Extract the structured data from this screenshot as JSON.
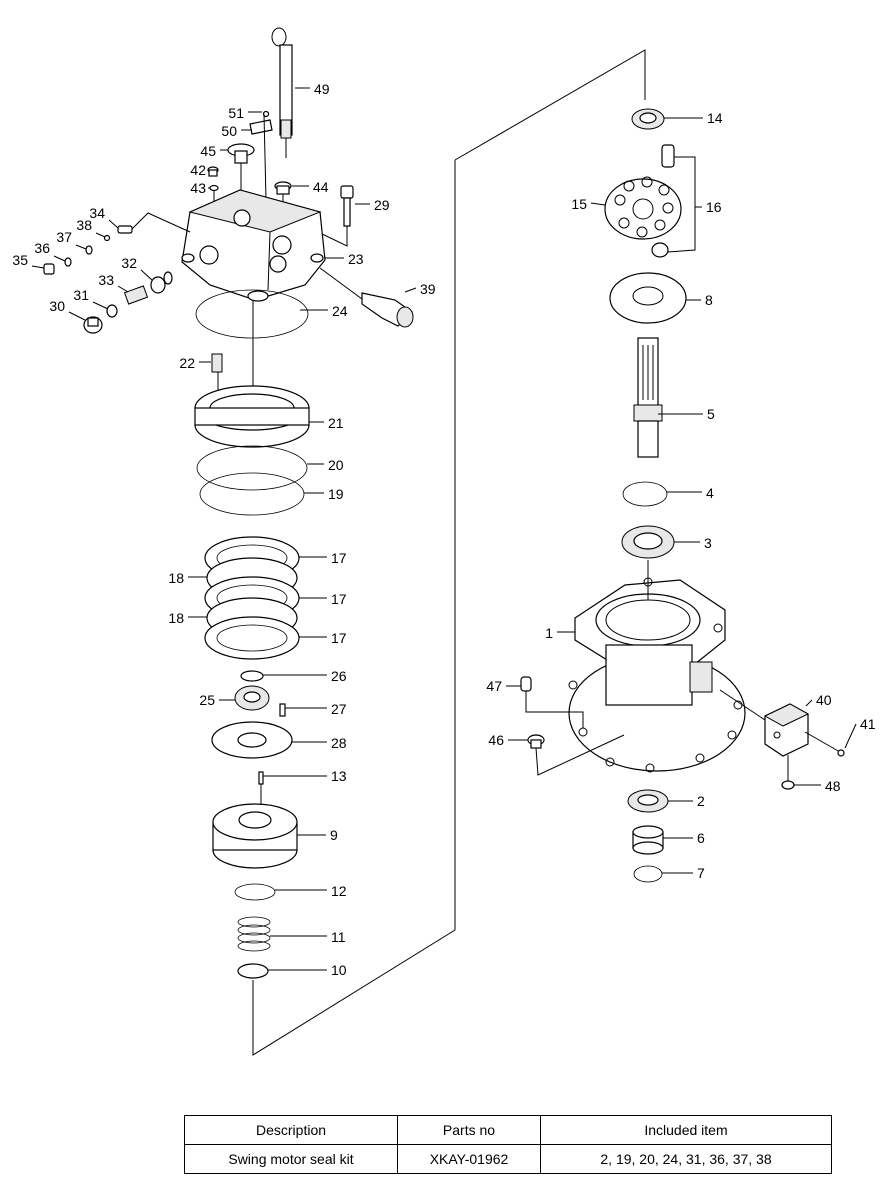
{
  "callouts": [
    {
      "id": "c49",
      "label": "49"
    },
    {
      "id": "c51",
      "label": "51"
    },
    {
      "id": "c50",
      "label": "50"
    },
    {
      "id": "c45",
      "label": "45"
    },
    {
      "id": "c42",
      "label": "42"
    },
    {
      "id": "c43",
      "label": "43"
    },
    {
      "id": "c44",
      "label": "44"
    },
    {
      "id": "c29",
      "label": "29"
    },
    {
      "id": "c34",
      "label": "34"
    },
    {
      "id": "c38",
      "label": "38"
    },
    {
      "id": "c37",
      "label": "37"
    },
    {
      "id": "c36",
      "label": "36"
    },
    {
      "id": "c35",
      "label": "35"
    },
    {
      "id": "c32",
      "label": "32"
    },
    {
      "id": "c33",
      "label": "33"
    },
    {
      "id": "c31",
      "label": "31"
    },
    {
      "id": "c30",
      "label": "30"
    },
    {
      "id": "c23",
      "label": "23"
    },
    {
      "id": "c39",
      "label": "39"
    },
    {
      "id": "c24",
      "label": "24"
    },
    {
      "id": "c22",
      "label": "22"
    },
    {
      "id": "c21",
      "label": "21"
    },
    {
      "id": "c20",
      "label": "20"
    },
    {
      "id": "c19",
      "label": "19"
    },
    {
      "id": "c17a",
      "label": "17"
    },
    {
      "id": "c18a",
      "label": "18"
    },
    {
      "id": "c17b",
      "label": "17"
    },
    {
      "id": "c18b",
      "label": "18"
    },
    {
      "id": "c17c",
      "label": "17"
    },
    {
      "id": "c26",
      "label": "26"
    },
    {
      "id": "c25",
      "label": "25"
    },
    {
      "id": "c27",
      "label": "27"
    },
    {
      "id": "c28",
      "label": "28"
    },
    {
      "id": "c13",
      "label": "13"
    },
    {
      "id": "c9",
      "label": "9"
    },
    {
      "id": "c12",
      "label": "12"
    },
    {
      "id": "c11",
      "label": "11"
    },
    {
      "id": "c10",
      "label": "10"
    },
    {
      "id": "c14",
      "label": "14"
    },
    {
      "id": "c15",
      "label": "15"
    },
    {
      "id": "c16",
      "label": "16"
    },
    {
      "id": "c8",
      "label": "8"
    },
    {
      "id": "c5",
      "label": "5"
    },
    {
      "id": "c4",
      "label": "4"
    },
    {
      "id": "c3",
      "label": "3"
    },
    {
      "id": "c1",
      "label": "1"
    },
    {
      "id": "c47",
      "label": "47"
    },
    {
      "id": "c40",
      "label": "40"
    },
    {
      "id": "c41",
      "label": "41"
    },
    {
      "id": "c46",
      "label": "46"
    },
    {
      "id": "c48",
      "label": "48"
    },
    {
      "id": "c2",
      "label": "2"
    },
    {
      "id": "c6",
      "label": "6"
    },
    {
      "id": "c7",
      "label": "7"
    }
  ],
  "kit_table": {
    "headers": [
      "Description",
      "Parts no",
      "Included item"
    ],
    "rows": [
      [
        "Swing motor seal kit",
        "XKAY-01962",
        "2, 19, 20, 24, 31, 36, 37, 38"
      ]
    ]
  }
}
